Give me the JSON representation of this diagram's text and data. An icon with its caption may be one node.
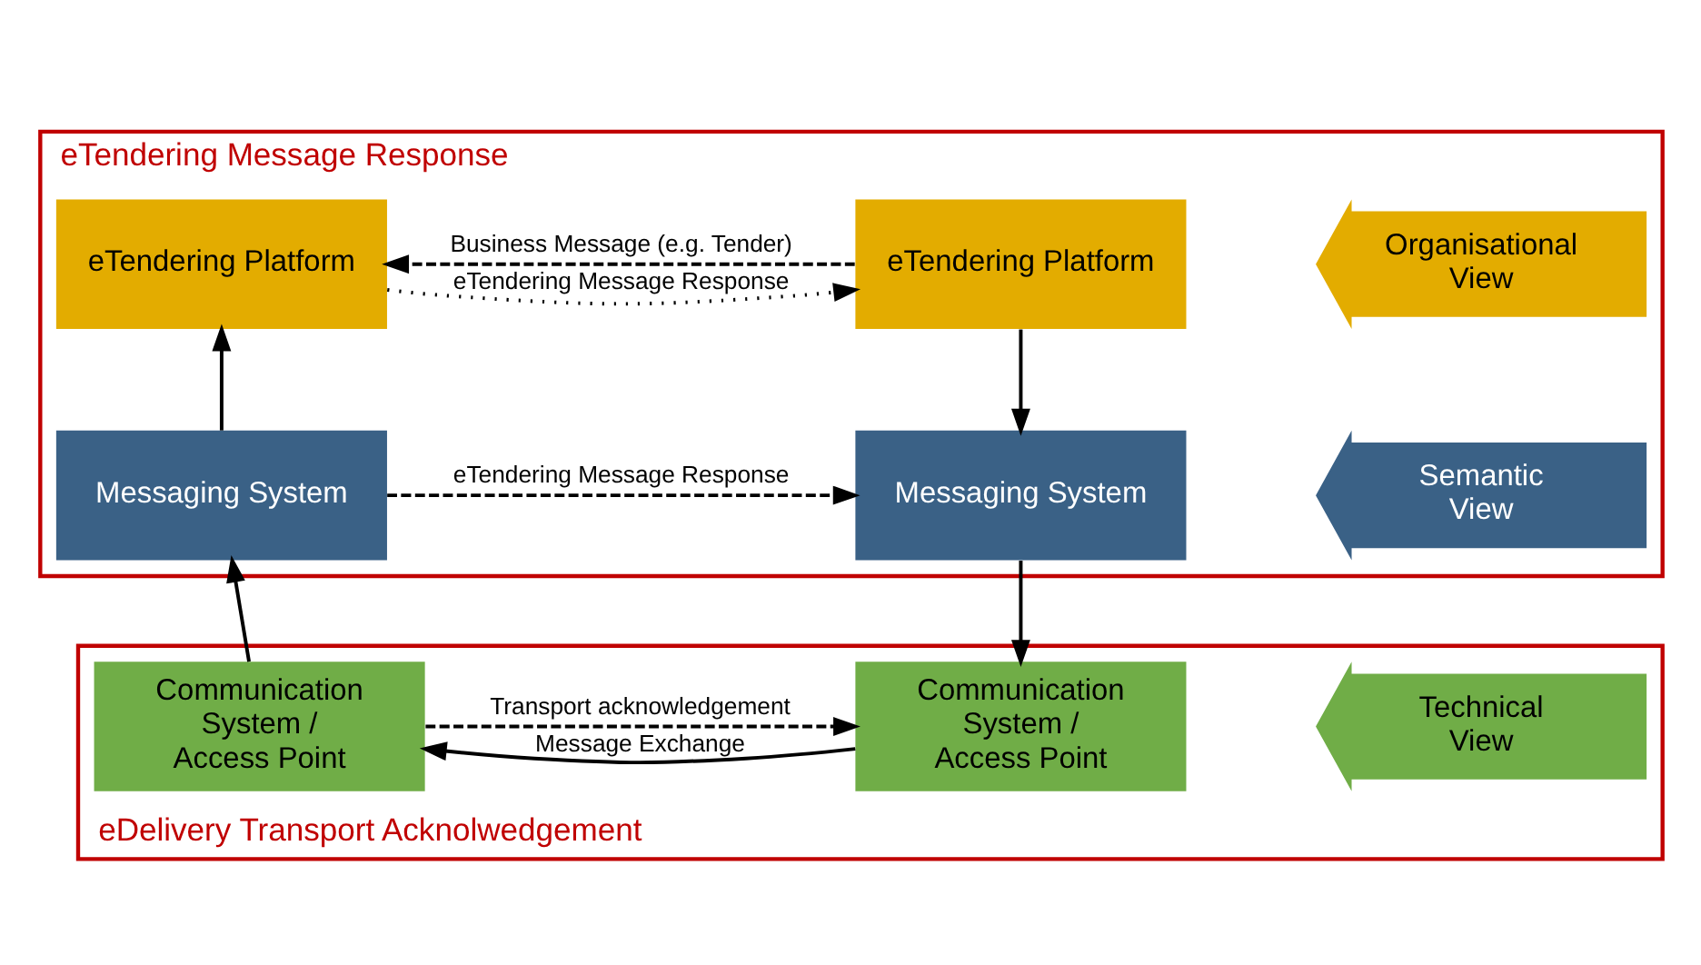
{
  "diagram": {
    "nodes": [
      {
        "text": [
          "eTendering Message Response"
        ]
      },
      {
        "text": [
          "eTendering Platform"
        ],
        "in": 0
      },
      {
        "text": [
          "eTendering Platform"
        ],
        "in": 0
      },
      {
        "text": [
          "Organisational View"
        ],
        "in": 0
      },
      {
        "text": [
          "Messaging System"
        ],
        "in": 0
      },
      {
        "text": [
          "Messaging System"
        ],
        "in": 0
      },
      {
        "text": [
          "Semantic View"
        ],
        "in": 0
      },
      {
        "text": [
          "eDelivery Transport Acknolwedgement"
        ]
      },
      {
        "text": [
          "Communication System / Access Point"
        ],
        "in": 7
      },
      {
        "text": [
          "Communication System / Access Point"
        ],
        "in": 7
      },
      {
        "text": [
          "Technical View"
        ],
        "in": 7
      }
    ],
    "edges": [
      {
        "from": 1,
        "to": 2,
        "arrow": "to",
        "style": "dashed",
        "label": "Business Message (e.g. Tender)"
      },
      {
        "from": 2,
        "to": 1,
        "arrow": "to",
        "style": "dashed",
        "label": "eTendering Message Response"
      },
      {
        "from": 1,
        "to": 4,
        "arrow": "to"
      },
      {
        "from": 5,
        "to": 4,
        "arrow": "to",
        "style": "dashed",
        "label": "eTendering Message Response"
      },
      {
        "from": 5,
        "to": 2,
        "arrow": "to"
      },
      {
        "from": 4,
        "to": 8,
        "arrow": "to"
      },
      {
        "from": 8,
        "to": 9,
        "arrow": "to",
        "label": "Message Exchange"
      },
      {
        "from": 9,
        "to": 8,
        "arrow": "to",
        "style": "dashed",
        "label": "Transport acknowledgement"
      },
      {
        "from": 9,
        "to": 5,
        "arrow": "to"
      }
    ]
  }
}
